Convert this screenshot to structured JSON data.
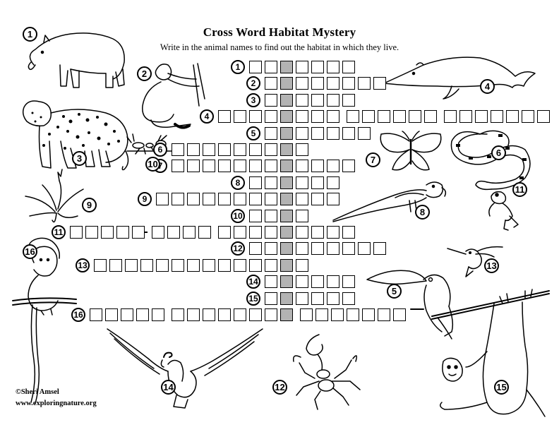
{
  "header": {
    "title": "Cross Word Habitat Mystery",
    "subtitle": "Write in the animal names to find out the habitat in which they live."
  },
  "credits": {
    "author": "©Sheri Amsel",
    "site": "www.exploringnature.org"
  },
  "puzzle": {
    "key_color": "#b3b3b3",
    "rows": [
      {
        "label": "1",
        "groups": [
          [
            2,
            4
          ]
        ]
      },
      {
        "label": "2",
        "groups": [
          [
            1,
            6
          ]
        ]
      },
      {
        "label": "3",
        "groups": [
          [
            1,
            4
          ]
        ]
      },
      {
        "label": "4",
        "groups": [
          [
            4,
            3
          ],
          [
            0,
            6
          ],
          [
            0,
            7
          ]
        ]
      },
      {
        "label": "5",
        "groups": [
          [
            1,
            5
          ]
        ]
      },
      {
        "label": "6",
        "groups": [
          [
            7,
            1
          ]
        ]
      },
      {
        "label": "7",
        "groups": [
          [
            7,
            4
          ]
        ]
      },
      {
        "label": "8",
        "groups": [
          [
            2,
            3
          ]
        ]
      },
      {
        "label": "9",
        "groups": [
          [
            8,
            3
          ]
        ]
      },
      {
        "label": "10",
        "groups": [
          [
            2,
            1
          ]
        ]
      },
      {
        "label": "11",
        "groups": [
          [
            4,
            4
          ],
          [
            5,
            4
          ]
        ],
        "hyphen_after": 3
      },
      {
        "label": "12",
        "groups": [
          [
            2,
            6
          ]
        ]
      },
      {
        "label": "13",
        "groups": [
          [
            12,
            1
          ]
        ]
      },
      {
        "label": "14",
        "groups": [
          [
            1,
            4
          ]
        ]
      },
      {
        "label": "15",
        "groups": [
          [
            1,
            4
          ]
        ]
      },
      {
        "label": "16",
        "groups": [
          [
            7,
            0
          ],
          [
            5,
            0
          ],
          [
            0,
            7
          ]
        ]
      }
    ]
  },
  "pictures": [
    {
      "label": "1",
      "animal": "tapir-icon"
    },
    {
      "label": "2",
      "animal": "monkey-icon"
    },
    {
      "label": "3",
      "animal": "jaguar-icon"
    },
    {
      "label": "4",
      "animal": "river-dolphin-icon"
    },
    {
      "label": "5",
      "animal": "toucan-icon"
    },
    {
      "label": "6",
      "animal": "snake-icon"
    },
    {
      "label": "7",
      "animal": "butterfly-icon"
    },
    {
      "label": "8",
      "animal": "macaw-icon"
    },
    {
      "label": "9",
      "animal": "bromeliad-icon"
    },
    {
      "label": "10",
      "animal": "ant-icon"
    },
    {
      "label": "11",
      "animal": "frog-icon"
    },
    {
      "label": "12",
      "animal": "scorpion-icon"
    },
    {
      "label": "13",
      "animal": "hummingbird-icon"
    },
    {
      "label": "14",
      "animal": "eagle-icon"
    },
    {
      "label": "15",
      "animal": "sloth-icon"
    },
    {
      "label": "16",
      "animal": "tamarin-icon"
    }
  ]
}
